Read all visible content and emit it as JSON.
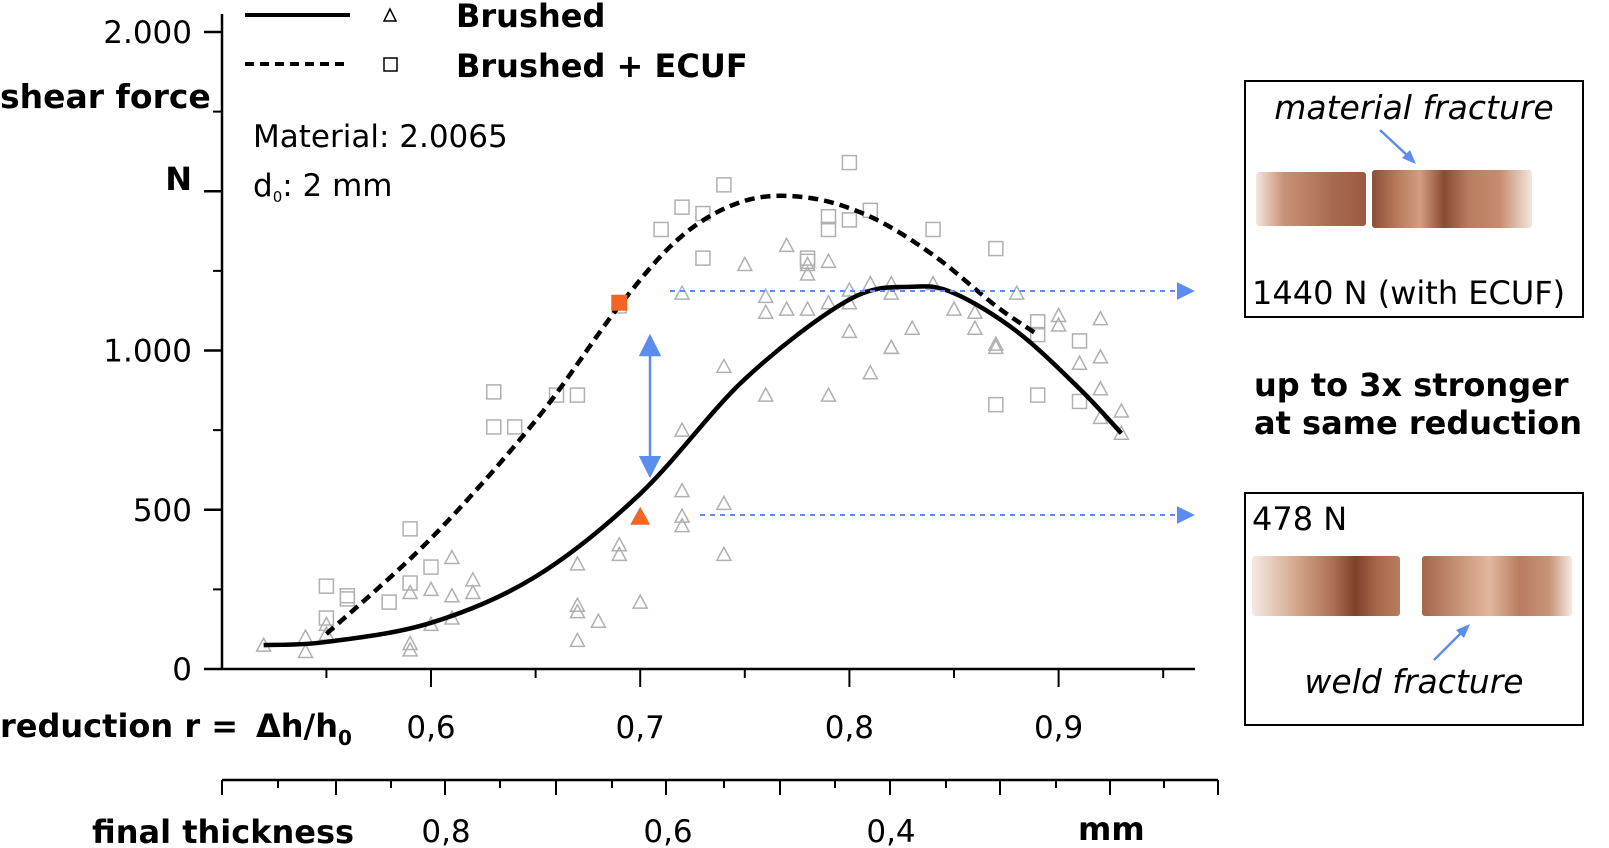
{
  "chart_data": {
    "type": "scatter",
    "ylabel": "shear force",
    "yunit": "N",
    "xlabel": "reduction r =",
    "xlabel_formula": "Δh/h",
    "xlabel_formula_sub": "0",
    "x2label": "final thickness",
    "x2unit": "mm",
    "ylim": [
      0,
      2000
    ],
    "xlim": [
      0.51,
      0.955
    ],
    "yticks": [
      0,
      500,
      1000,
      2000
    ],
    "ytick_labels": [
      "0",
      "500",
      "1.000",
      "2.000"
    ],
    "xticks": [
      0.6,
      0.7,
      0.8,
      0.9
    ],
    "xtick_labels": [
      "0,6",
      "0,7",
      "0,8",
      "0,9"
    ],
    "x2tick_labels": [
      "0,8",
      "0,6",
      "0,4"
    ],
    "annotation": {
      "material": "Material: 2.0065",
      "diameter_prefix": "d",
      "diameter_sub": "0",
      "diameter_value": ": 2 mm"
    },
    "series": [
      {
        "name": "Brushed",
        "marker": "triangle",
        "line": "solid",
        "x": [
          0.52,
          0.54,
          0.54,
          0.55,
          0.55,
          0.59,
          0.59,
          0.59,
          0.6,
          0.6,
          0.61,
          0.61,
          0.61,
          0.62,
          0.62,
          0.67,
          0.67,
          0.67,
          0.67,
          0.68,
          0.69,
          0.69,
          0.7,
          0.72,
          0.72,
          0.72,
          0.72,
          0.72,
          0.74,
          0.74,
          0.74,
          0.75,
          0.76,
          0.76,
          0.76,
          0.77,
          0.77,
          0.78,
          0.78,
          0.78,
          0.79,
          0.79,
          0.79,
          0.8,
          0.8,
          0.8,
          0.81,
          0.81,
          0.82,
          0.82,
          0.82,
          0.82,
          0.83,
          0.84,
          0.85,
          0.86,
          0.86,
          0.87,
          0.87,
          0.88,
          0.9,
          0.9,
          0.91,
          0.92,
          0.92,
          0.92,
          0.92,
          0.93,
          0.93
        ],
        "y": [
          75,
          55,
          100,
          110,
          140,
          60,
          80,
          240,
          140,
          250,
          350,
          230,
          160,
          280,
          240,
          330,
          200,
          180,
          90,
          150,
          360,
          390,
          210,
          480,
          450,
          560,
          750,
          1180,
          950,
          360,
          520,
          1270,
          1170,
          1120,
          860,
          1130,
          1330,
          1130,
          1240,
          1270,
          1150,
          860,
          1280,
          1060,
          1190,
          1150,
          1210,
          930,
          1180,
          1010,
          1010,
          1210,
          1070,
          1210,
          1130,
          1070,
          1120,
          1020,
          1010,
          1180,
          1080,
          1110,
          960,
          1100,
          980,
          880,
          790,
          740,
          810
        ],
        "curve_x": [
          0.52,
          0.55,
          0.6,
          0.65,
          0.7,
          0.75,
          0.8,
          0.83,
          0.85,
          0.88,
          0.91,
          0.93
        ],
        "curve_y": [
          75,
          85,
          145,
          290,
          550,
          910,
          1160,
          1200,
          1180,
          1060,
          880,
          740
        ]
      },
      {
        "name": "Brushed + ECUF",
        "marker": "square",
        "line": "dashed",
        "x": [
          0.55,
          0.55,
          0.56,
          0.56,
          0.58,
          0.59,
          0.59,
          0.6,
          0.63,
          0.63,
          0.64,
          0.66,
          0.67,
          0.69,
          0.71,
          0.72,
          0.73,
          0.73,
          0.74,
          0.78,
          0.78,
          0.79,
          0.79,
          0.8,
          0.8,
          0.81,
          0.84,
          0.87,
          0.87,
          0.89,
          0.89,
          0.89,
          0.91,
          0.91
        ],
        "y": [
          160,
          260,
          220,
          230,
          210,
          270,
          440,
          320,
          870,
          760,
          760,
          860,
          860,
          1140,
          1380,
          1450,
          1430,
          1290,
          1520,
          1280,
          1290,
          1380,
          1420,
          1590,
          1410,
          1440,
          1380,
          1320,
          830,
          1090,
          1050,
          860,
          1030,
          840
        ],
        "curve_x": [
          0.55,
          0.6,
          0.65,
          0.69,
          0.72,
          0.75,
          0.78,
          0.81,
          0.84,
          0.87,
          0.89
        ],
        "curve_y": [
          110,
          410,
          780,
          1140,
          1360,
          1470,
          1480,
          1420,
          1300,
          1140,
          1050
        ]
      }
    ],
    "highlight_points": [
      {
        "series": "Brushed + ECUF",
        "x": 0.69,
        "y": 1150,
        "color": "#f26522"
      },
      {
        "series": "Brushed",
        "x": 0.7,
        "y": 478,
        "color": "#f26522"
      }
    ]
  },
  "callouts": {
    "top": {
      "caption": "material fracture",
      "value": "1440 N (with ECUF)"
    },
    "bottom": {
      "caption": "weld fracture",
      "value": "478 N"
    },
    "claim_line1": "up to 3x stronger",
    "claim_line2": "at same reduction"
  },
  "colors": {
    "accent": "#5b8def",
    "highlight": "#f26522",
    "marker": "#b0b0b0"
  }
}
